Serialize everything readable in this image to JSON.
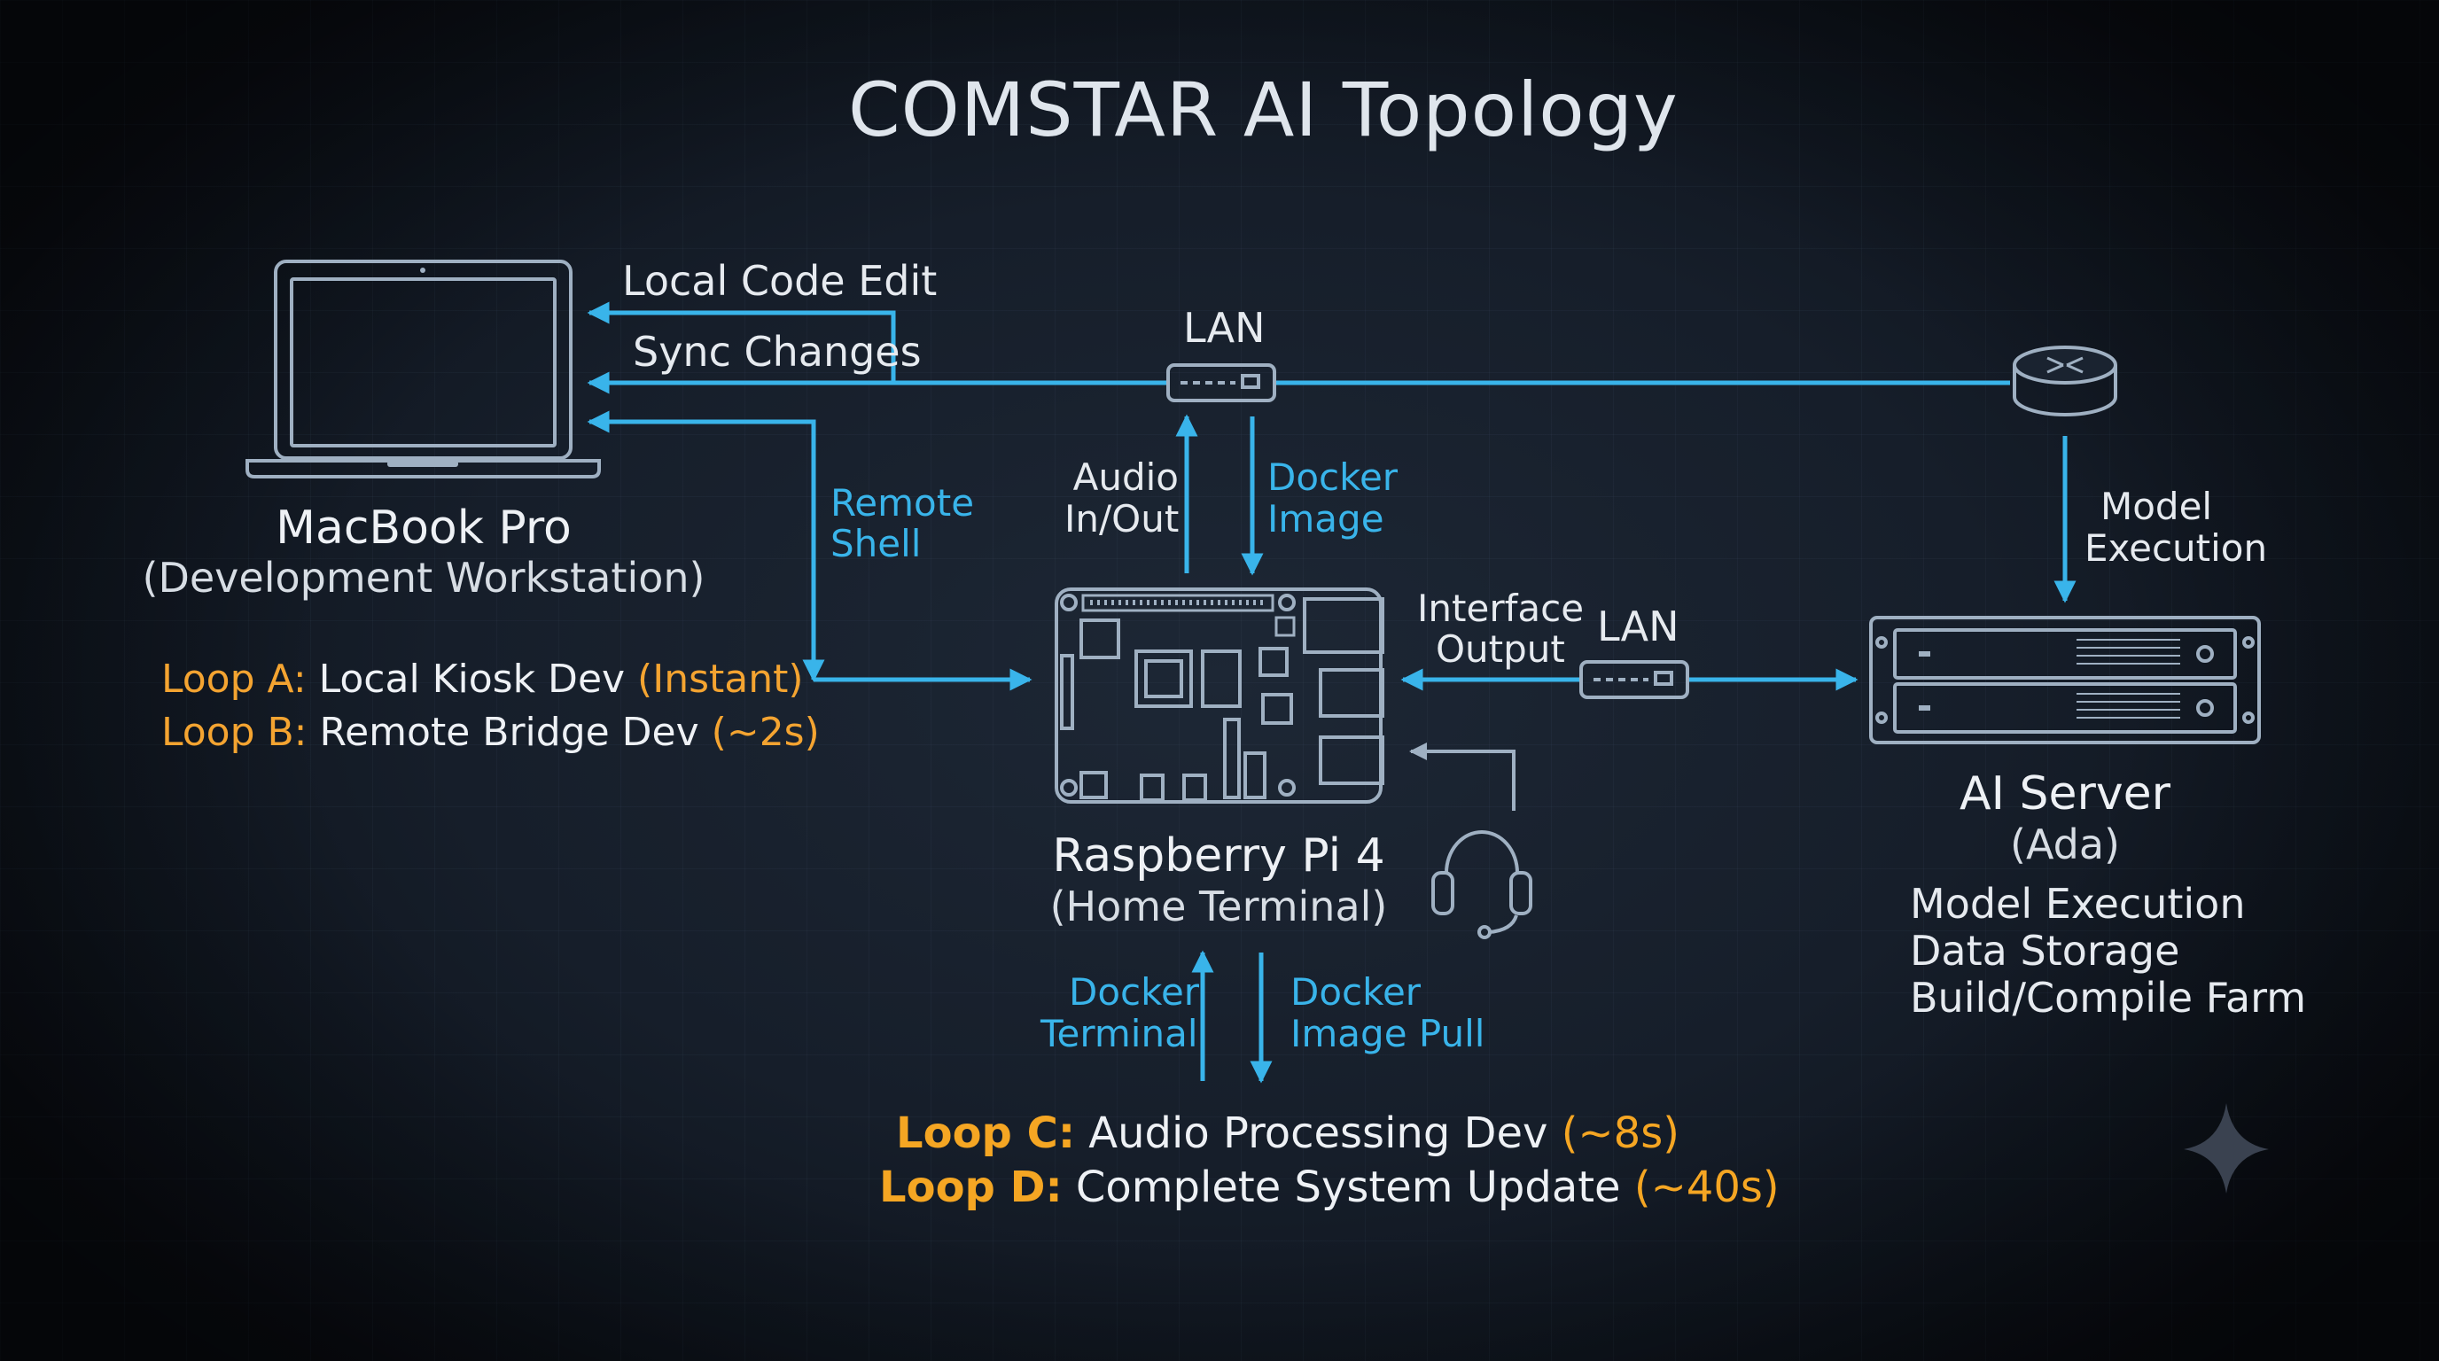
{
  "title": "COMSTAR AI Topology",
  "lan_top_label": "LAN",
  "lan_mid_label": "LAN",
  "edges": {
    "local_code_edit": "Local Code Edit",
    "sync_changes": "Sync Changes",
    "remote_shell_1": "Remote",
    "remote_shell_2": "Shell",
    "audio_io_1": "Audio",
    "audio_io_2": "In/Out",
    "docker_image_1": "Docker",
    "docker_image_2": "Image",
    "interface_output_1": "Interface",
    "interface_output_2": "Output",
    "model_execution_1": "Model",
    "model_execution_2": "Execution",
    "docker_terminal_1": "Docker",
    "docker_terminal_2": "Terminal",
    "docker_image_pull_1": "Docker",
    "docker_image_pull_2": "Image Pull"
  },
  "macbook": {
    "name": "MacBook Pro",
    "subtitle": "(Development Workstation)"
  },
  "raspberry": {
    "name": "Raspberry Pi 4",
    "subtitle": "(Home Terminal)"
  },
  "server": {
    "name": "AI Server",
    "subtitle": "(Ada)",
    "roles": [
      "Model Execution",
      "Data Storage",
      "Build/Compile Farm"
    ]
  },
  "loops": {
    "a": {
      "key": "Loop A:",
      "text": " Local Kiosk Dev ",
      "time": "(Instant)"
    },
    "b": {
      "key": "Loop B:",
      "text": " Remote Bridge Dev ",
      "time": "(~2s)"
    },
    "c": {
      "key": "Loop C:",
      "text": " Audio Processing Dev ",
      "time": "(~8s)"
    },
    "d": {
      "key": "Loop D:",
      "text": " Complete System Update ",
      "time": "(~40s)"
    }
  },
  "colors": {
    "link": "#39b4ea",
    "device_stroke": "#9fb0c2",
    "loop_key": "#f5a623",
    "text": "#e6eaef"
  },
  "icons": [
    "laptop-icon",
    "raspberry-pi-board-icon",
    "server-rack-icon",
    "router-icon",
    "network-switch-icon",
    "headset-icon",
    "sparkle-icon"
  ]
}
